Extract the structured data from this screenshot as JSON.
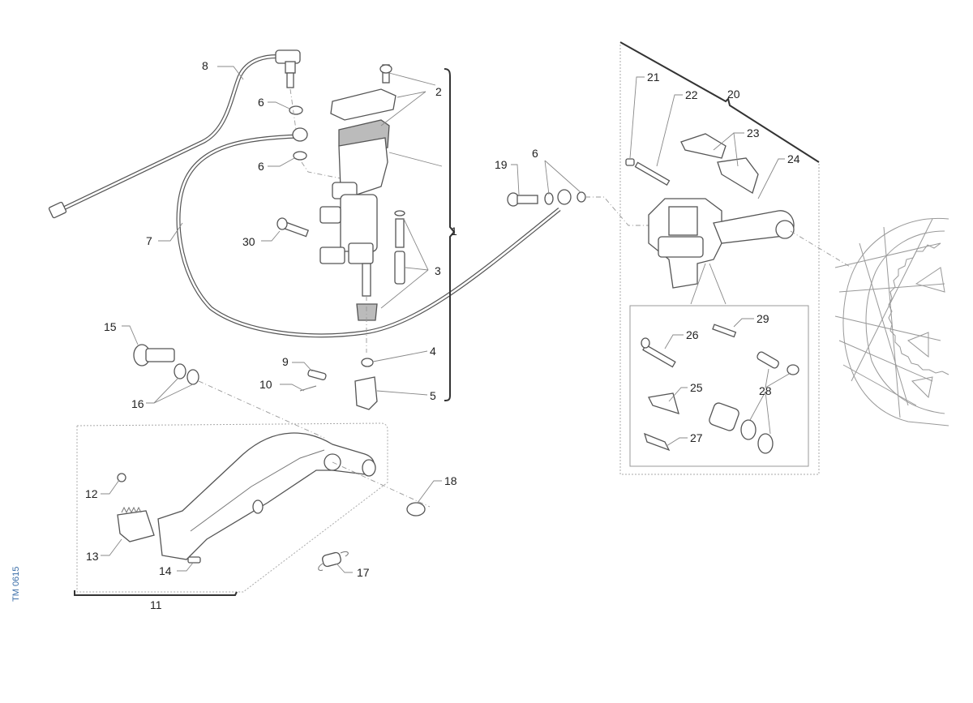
{
  "diagram": {
    "title": "Rear brake assembly exploded view",
    "drawing_code": "TM 0615",
    "callouts": {
      "c1": "1",
      "c2": "2",
      "c3": "3",
      "c4": "4",
      "c5": "5",
      "c6a": "6",
      "c6b": "6",
      "c6c": "6",
      "c7": "7",
      "c8": "8",
      "c9": "9",
      "c10": "10",
      "c11": "11",
      "c12": "12",
      "c13": "13",
      "c14": "14",
      "c15": "15",
      "c16": "16",
      "c17": "17",
      "c18": "18",
      "c19": "19",
      "c20": "20",
      "c21": "21",
      "c22": "22",
      "c23": "23",
      "c24": "24",
      "c25": "25",
      "c26": "26",
      "c27": "27",
      "c28": "28",
      "c29": "29",
      "c30": "30"
    },
    "colors": {
      "line": "#555555",
      "code": "#3b6ea8",
      "fill_grey": "#bbbbbb"
    }
  }
}
